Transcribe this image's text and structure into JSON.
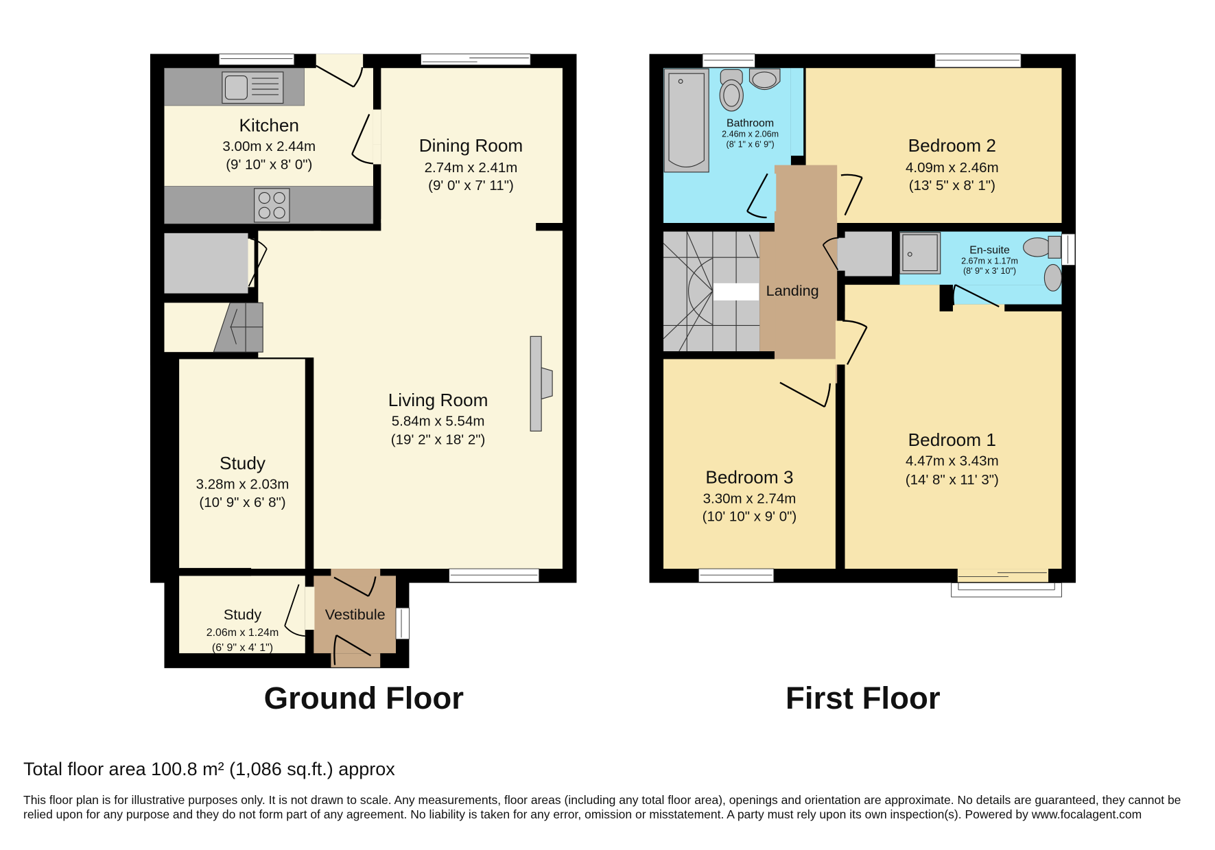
{
  "ground_floor": {
    "title": "Ground Floor",
    "rooms": [
      {
        "name": "Kitchen",
        "metric": "3.00m x 2.44m",
        "imperial": "(9' 10\" x 8' 0\")"
      },
      {
        "name": "Dining Room",
        "metric": "2.74m x 2.41m",
        "imperial": "(9' 0\" x 7' 11\")"
      },
      {
        "name": "Living Room",
        "metric": "5.84m x 5.54m",
        "imperial": "(19' 2\" x 18' 2\")"
      },
      {
        "name": "Study",
        "metric": "3.28m x 2.03m",
        "imperial": "(10' 9\" x 6' 8\")"
      },
      {
        "name": "Study",
        "metric": "2.06m x 1.24m",
        "imperial": "(6' 9\" x 4' 1\")"
      },
      {
        "name": "Vestibule"
      }
    ]
  },
  "first_floor": {
    "title": "First Floor",
    "rooms": [
      {
        "name": "Bathroom",
        "metric": "2.46m x 2.06m",
        "imperial": "(8' 1\" x 6' 9\")"
      },
      {
        "name": "Bedroom 2",
        "metric": "4.09m x 2.46m",
        "imperial": "(13' 5\" x 8' 1\")"
      },
      {
        "name": "En-suite",
        "metric": "2.67m x 1.17m",
        "imperial": "(8' 9\" x 3' 10\")"
      },
      {
        "name": "Landing"
      },
      {
        "name": "Bedroom 1",
        "metric": "4.47m x 3.43m",
        "imperial": "(14' 8\" x 11' 3\")"
      },
      {
        "name": "Bedroom 3",
        "metric": "3.30m x 2.74m",
        "imperial": "(10' 10\" x 9' 0\")"
      }
    ]
  },
  "colors": {
    "living": "#faf5dc",
    "bedroom": "#f8e6b0",
    "wet": "#a3e9f7",
    "hall": "#c9aa88",
    "fitted": "#a0a0a0",
    "cupboard": "#c8c8c8"
  },
  "footer": {
    "total_area": "Total floor area 100.8 m² (1,086 sq.ft.) approx",
    "disclaimer": "This floor plan is for illustrative purposes only. It is not drawn to scale. Any measurements, floor areas (including any total floor area), openings and orientation are approximate. No details are guaranteed, they cannot be relied upon for any purpose and they do not form part of any agreement. No liability is taken for any error, omission or misstatement. A party must rely upon its own inspection(s). Powered by www.focalagent.com"
  }
}
